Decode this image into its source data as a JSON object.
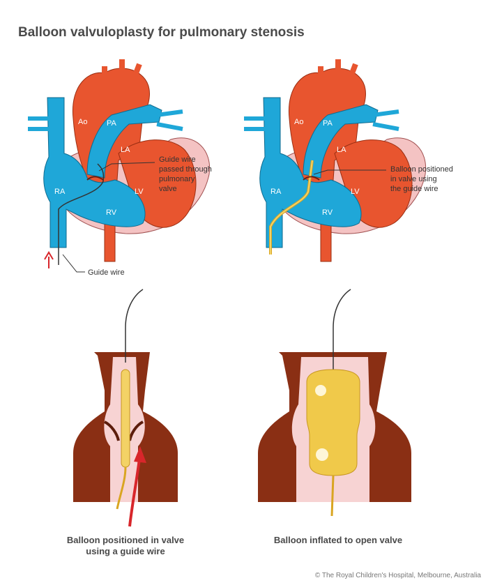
{
  "title": "Balloon valvuloplasty for pulmonary stenosis",
  "heart_labels": {
    "ao": "Ao",
    "pa": "PA",
    "la": "LA",
    "lv": "LV",
    "ra": "RA",
    "rv": "RV"
  },
  "annotations": {
    "guide_wire_line1": "Guide wire",
    "guide_wire_line2": "passed through",
    "guide_wire_line3": "pulmonary",
    "guide_wire_line4": "valve",
    "guide_wire": "Guide wire",
    "balloon_line1": "Balloon positioned",
    "balloon_line2": "in valve using",
    "balloon_line3": "the guide wire"
  },
  "captions": {
    "left_line1": "Balloon positioned in valve",
    "left_line2": "using a guide wire",
    "right": "Balloon inflated to open valve"
  },
  "copyright": "© The Royal Children's Hospital, Melbourne, Australia",
  "colors": {
    "aorta": "#e8552f",
    "venous": "#1fa7d8",
    "pericardium": "#f2b9b9",
    "muscle": "#8a2f14",
    "balloon": "#f0c94a",
    "arrow": "#d8262b"
  }
}
